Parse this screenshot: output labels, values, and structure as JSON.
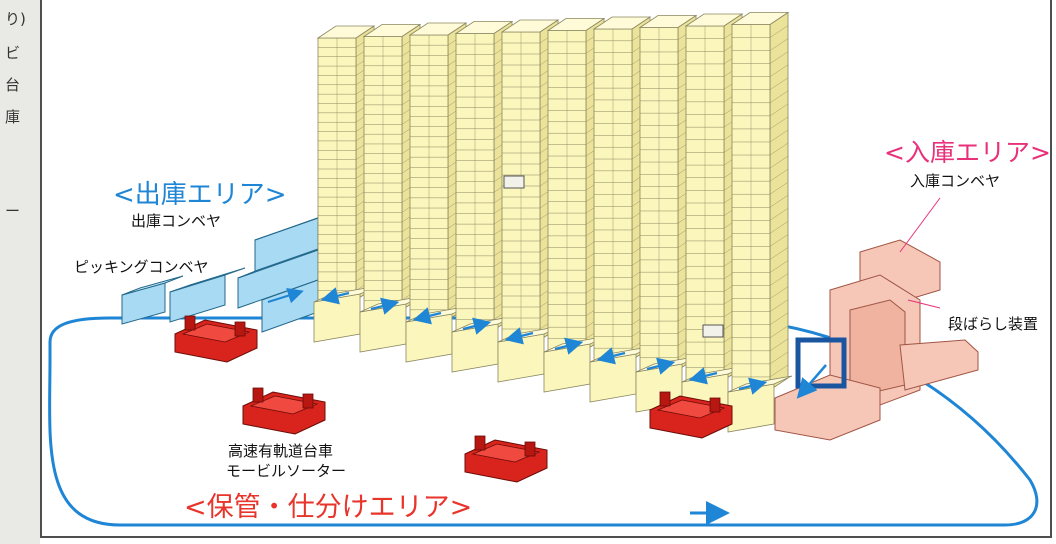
{
  "margin_text": [
    "り)",
    "ビ",
    "台",
    "庫",
    "ー"
  ],
  "labels": {
    "outbound_area": "<出庫エリア>",
    "outbound_conveyor": "出庫コンベヤ",
    "picking_conveyor": "ピッキングコンベヤ",
    "inbound_area": "<入庫エリア>",
    "inbound_conveyor": "入庫コンベヤ",
    "depalletizer": "段ばらし装置",
    "shuttle_line1": "高速有軌道台車",
    "shuttle_line2": "モービルソーター",
    "storage_area": "<保管・仕分けエリア>"
  },
  "colors": {
    "rack": "#fbf6bc",
    "rack_side": "#ece39a",
    "rack_line": "#8a8660",
    "outbound": "#a9daf3",
    "inbound": "#f6c6b7",
    "shuttle": "#d9231d",
    "track": "#1f86d6",
    "label_blue": "#1f86d6",
    "label_pink": "#e8317a",
    "label_red": "#e8342b"
  },
  "counts": {
    "rack_columns": 10,
    "rack_levels": 28,
    "shuttles": 4
  }
}
